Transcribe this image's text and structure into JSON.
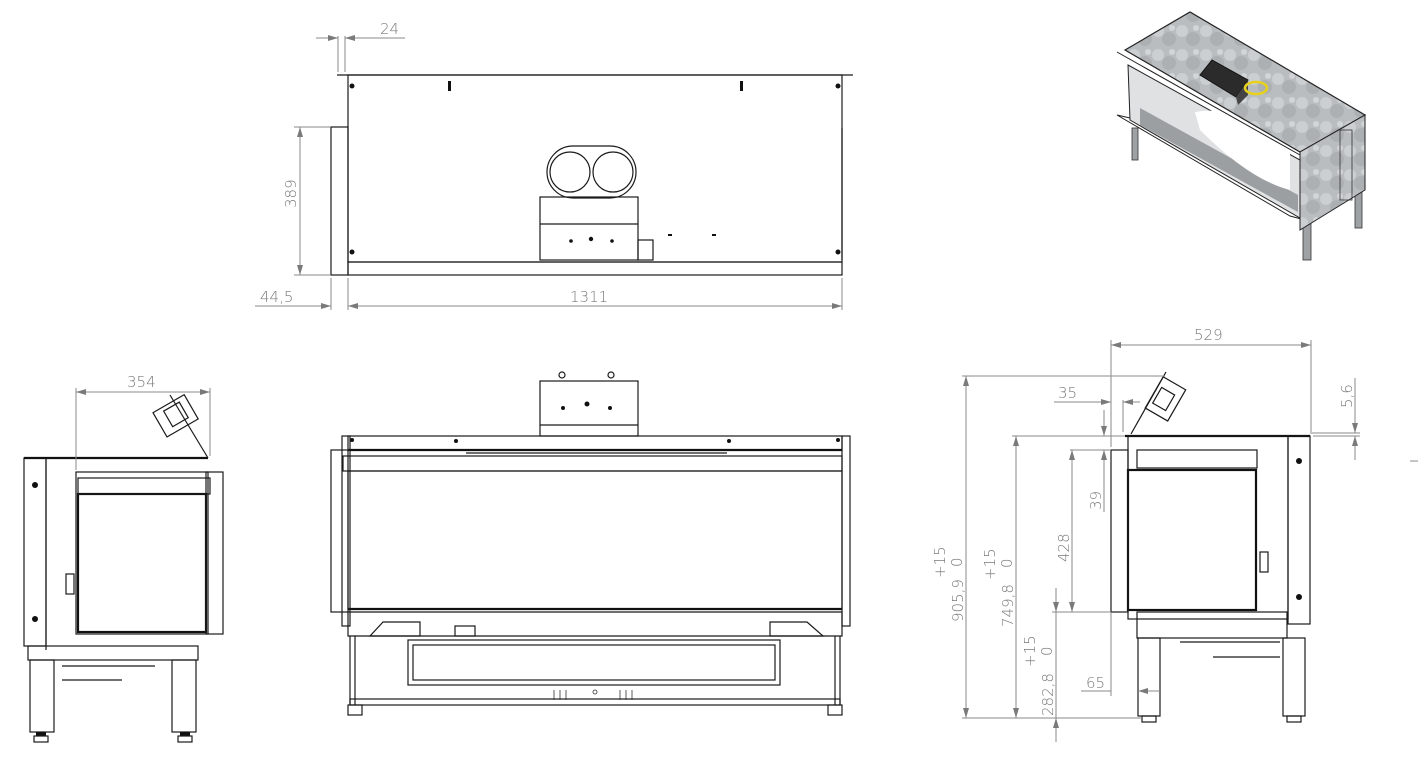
{
  "drawing": {
    "type": "technical-drawing",
    "subject": "double-sided fireplace insert",
    "views": {
      "top_view": {
        "dimensions": {
          "offset_top": "24",
          "height": "389",
          "left_offset": "44,5",
          "width": "1311"
        }
      },
      "left_side_view": {
        "dimensions": {
          "depth": "354"
        }
      },
      "front_view": {
        "dimensions": {}
      },
      "right_side_view": {
        "dimensions": {
          "depth": "529",
          "flue_offset": "35",
          "top_offset": "5,6",
          "frame_top": "39",
          "opening_height": "428",
          "leg_offset": "65",
          "total_height": "905,9",
          "total_height_tol_upper": "+15",
          "total_height_tol_lower": "0",
          "frame_height": "749,8",
          "frame_height_tol_upper": "+15",
          "frame_height_tol_lower": "0",
          "base_height": "282,8",
          "base_height_tol_upper": "+15",
          "base_height_tol_lower": "0"
        }
      },
      "isometric_view": {
        "colors": {
          "body": "#b8bcbf",
          "burner_box": "#2b2b2b",
          "flue_ring": "#e6d21a"
        }
      }
    }
  }
}
